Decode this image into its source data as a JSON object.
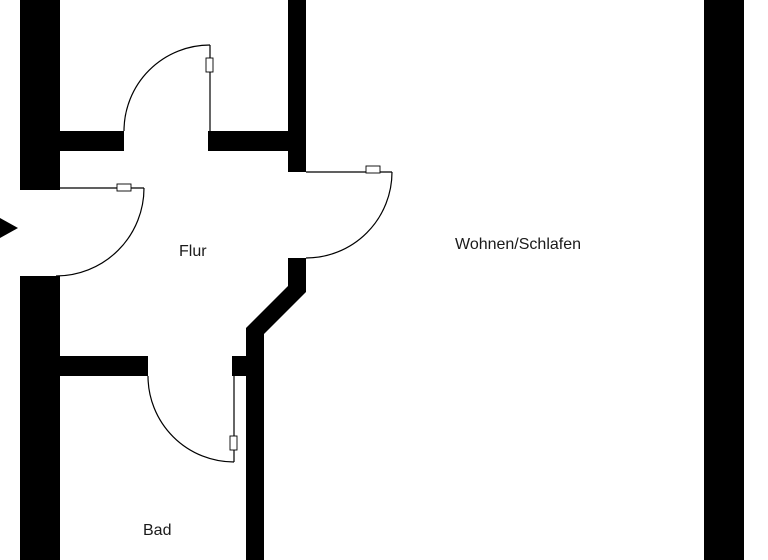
{
  "rooms": {
    "flur": "Flur",
    "wohnen": "Wohnen/Schlafen",
    "bad": "Bad"
  },
  "colors": {
    "wall": "#000000",
    "background": "#ffffff",
    "text": "#1a1a1a"
  },
  "icons": {
    "entrance": "entrance-arrow-icon"
  }
}
